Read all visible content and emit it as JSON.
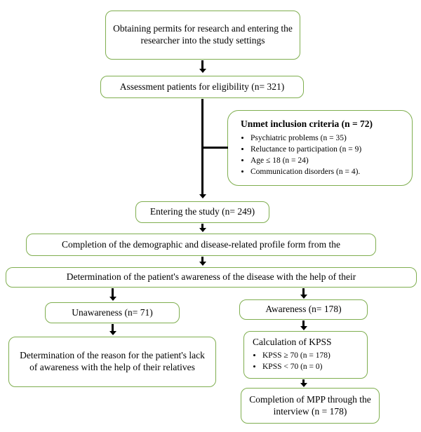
{
  "steps": {
    "permits": "Obtaining permits for research and entering the researcher into the study settings",
    "eligibility": "Assessment patients for eligibility (n= 321)",
    "exclusion": {
      "title": "Unmet inclusion criteria (n = 72)",
      "items": [
        "Psychiatric problems (n = 35)",
        "Reluctance to participation (n = 9)",
        "Age ≤ 18 (n = 24)",
        "Communication disorders (n = 4)."
      ]
    },
    "entering": "Entering the study (n= 249)",
    "completion_form": "Completion of the demographic and disease-related profile form from the",
    "determination": "Determination of the patient's awareness of the disease with the help of their",
    "unawareness": "Unawareness (n= 71)",
    "awareness": "Awareness (n= 178)",
    "reason": "Determination of the reason for the patient's lack of awareness with the help of their relatives",
    "kpss": {
      "title": "Calculation of KPSS",
      "items": [
        "KPSS ≥ 70 (n = 178)",
        "KPSS < 70 (n = 0)"
      ]
    },
    "mpp": "Completion of MPP through the interview (n = 178)"
  }
}
